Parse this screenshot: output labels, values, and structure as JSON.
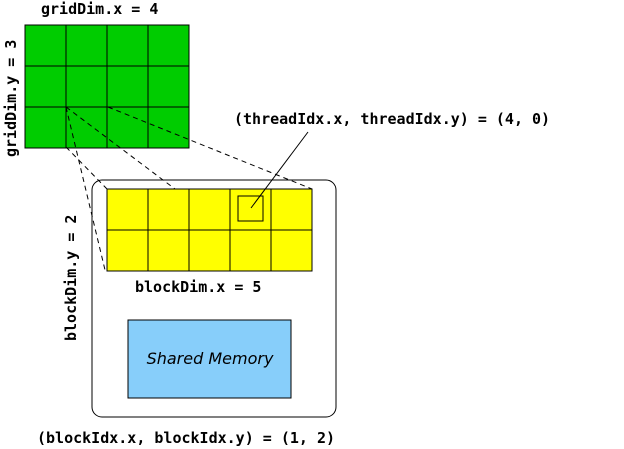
{
  "labels": {
    "grid_dim_x": "gridDim.x = 4",
    "grid_dim_y": "gridDim.y = 3",
    "block_dim_x": "blockDim.x = 5",
    "block_dim_y": "blockDim.y = 2",
    "thread_idx": "(threadIdx.x, threadIdx.y) = (4, 0)",
    "block_idx": "(blockIdx.x, blockIdx.y) = (1, 2)",
    "shared_memory": "Shared Memory"
  },
  "grid": {
    "cols": 4,
    "rows": 3,
    "color": "#00cc00"
  },
  "block": {
    "cols": 5,
    "rows": 2,
    "color": "#ffff00"
  },
  "selected_block": {
    "x": 1,
    "y": 2
  },
  "selected_thread": {
    "x": 4,
    "y": 0
  },
  "colors": {
    "shared_memory": "#87cefa",
    "stroke": "#000000",
    "panel_border": "#000000"
  }
}
